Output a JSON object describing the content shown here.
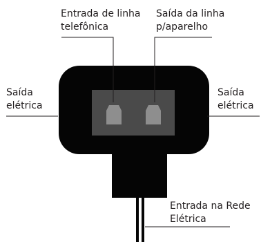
{
  "labels": {
    "line_input": [
      "Entrada de linha",
      "telefônica"
    ],
    "line_output": [
      "Saída da linha",
      "p/aparelho"
    ],
    "outlet_left": [
      "Saída",
      "elétrica"
    ],
    "outlet_right": [
      "Saída",
      "elétrica"
    ],
    "mains_input": [
      "Entrada na Rede",
      "Elétrica"
    ]
  },
  "colors": {
    "device_body": "#050505",
    "jack_panel": "#4a4a4a",
    "jack_port": "#8e8e8e",
    "leader_line": "#231f20",
    "text": "#231f20"
  }
}
